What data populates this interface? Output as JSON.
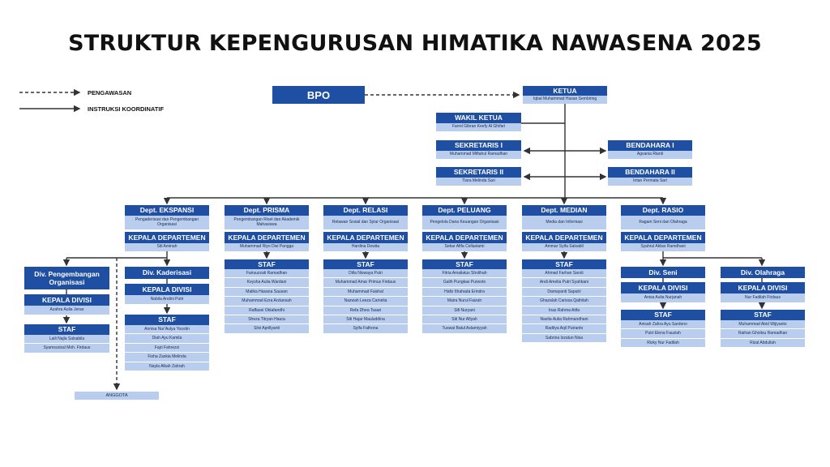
{
  "title": "STRUKTUR KEPENGURUSAN HIMATIKA NAWASENA 2025",
  "legend": {
    "dashed": "PENGAWASAN",
    "solid": "INSTRUKSI KOORDINATIF"
  },
  "bpo": "BPO",
  "ketua": {
    "title": "KETUA",
    "name": "Iqbal Muhammad Hasan Sembiring"
  },
  "wakil": {
    "title": "WAKIL KETUA",
    "name": "Farrel Gibran Keefy Al Ghifari"
  },
  "sekretaris1": {
    "title": "SEKRETARIS I",
    "name": "Muhammad Miftahul Ramadhan"
  },
  "sekretaris2": {
    "title": "SEKRETARIS II",
    "name": "Tiara Melinda Sari"
  },
  "bendahara1": {
    "title": "BENDAHARA I",
    "name": "Agvania Rianti"
  },
  "bendahara2": {
    "title": "BENDAHARA II",
    "name": "Intan Permata Sari"
  },
  "kadep_label": "KEPALA DEPARTEMEN",
  "kadiv_label": "KEPALA DIVISI",
  "staf_label": "STAF",
  "depts": [
    {
      "name": "Dept. EKSPANSI",
      "desc": "Pengaderisasi dan Pengembangan Organisasi",
      "head": "Siti Aminah",
      "staff": []
    },
    {
      "name": "Dept. PRISMA",
      "desc": "Pengembangan Riset dan Akademik Mahasiswa",
      "head": "Muhammad Riyo Dwi Pangga",
      "staff": [
        "Fairuuzzati Ramadhan",
        "Keysha Aulia Wardani",
        "Malika Hasana Sausan",
        "Muhammad Ezra Arzlansah",
        "Raffasei Oktafandhi",
        "Sheza Titryan Haura",
        "Silvi Aprillyanti"
      ]
    },
    {
      "name": "Dept. RELASI",
      "desc": "Relawan Sosial dan Syiar Organisasi",
      "head": "Hardina Dewita",
      "staff": [
        "Dilla Niswaya Putri",
        "Muhammad Amar Primus Firdaus",
        "Muhammad Faishal",
        "Nazwah Leeza Camelia",
        "Refa Dhea Tsaari",
        "Siti Hajar Mauluddina",
        "Syifa Fathona"
      ]
    },
    {
      "name": "Dept. PELUANG",
      "desc": "Pengelola Dana Keuangan Organisasi",
      "head": "Sekar Afifa Cellastami",
      "staff": [
        "Fitria Amaliatus Sholihah",
        "Galih Pungkas Purwoto",
        "Hafiz Ithahada Erindra",
        "Maira Nurul Faizah",
        "Sifi Nuryani",
        "Siti Nur Afiyah",
        "Tuswai Batul Aslamiyyah"
      ]
    },
    {
      "name": "Dept. MEDIAN",
      "desc": "Media dan Informasi",
      "head": "Ammar Syifa Salsabil",
      "staff": [
        "Ahmad Farhan Saroli",
        "Andi Amelia Putri Syahbani",
        "Damayanti Saputri",
        "Ghazalah Carissa Qathilah",
        "Inas Rahma Atifa",
        "Navita Aulia Rahmandhani",
        "Raditya Aqil Putranto",
        "Sabrina Izzatun Nisa"
      ]
    },
    {
      "name": "Dept. RASIO",
      "desc": "Ragam Seni dan Olahraga",
      "head": "Syahrul Akbar Ramdhani",
      "staff": []
    }
  ],
  "divisions": {
    "pengembangan": {
      "name": "Div. Pengembangan Organisasi",
      "head": "Azahra Aulia Jenar",
      "staff": [
        "Laili Najla Salsabila",
        "Syamsurizal Moh. Firdaus"
      ]
    },
    "kaderisasi": {
      "name": "Div. Kaderisasi",
      "head": "Nabila Andini Putri",
      "staff": [
        "Annisa Nur'Aulya Yoostin",
        "Diah Ayu Kamila",
        "Fajri Fahrezzi",
        "Fisha Zaskia Melinda",
        "Nayla Alkah Zahrah"
      ]
    },
    "seni": {
      "name": "Div. Seni",
      "head": "Anisa Aulia Nurjanah",
      "staff": [
        "Anisah Zahra Ayu Sardono",
        "Putri Elena Fauziah",
        "Rizky Nur Fadilah"
      ]
    },
    "olahraga": {
      "name": "Div. Olahraga",
      "head": "Nur Fadilah Firdaus",
      "staff": [
        "Muhammad Abid Wijiyanto",
        "Raihan Ghoitsu Ramadhan",
        "Rizal Abdullah"
      ]
    }
  },
  "anggota": "ANGGOTA",
  "colors": {
    "header": "#1f4fa3",
    "sub": "#b9cdef",
    "line": "#333333"
  }
}
